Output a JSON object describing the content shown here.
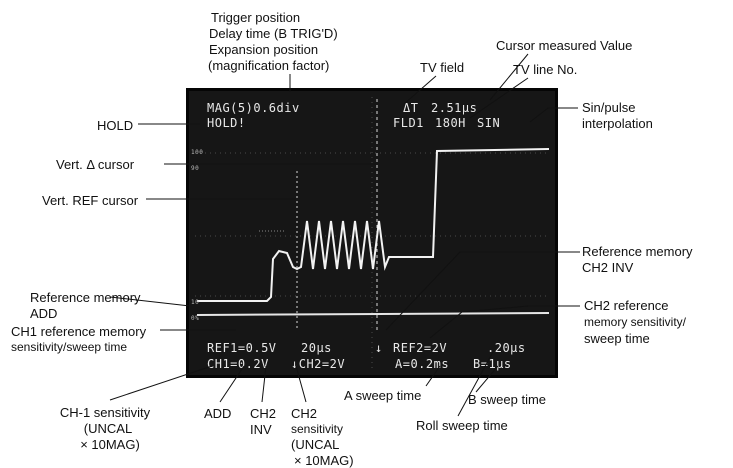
{
  "labels": {
    "trigger_block": [
      "Trigger position",
      "Delay time (B TRIG'D)",
      "Expansion position",
      "(magnification factor)"
    ],
    "cursor_measured": "Cursor measured Value",
    "tv_field": "TV field",
    "tv_line": "TV line No.",
    "hold": "HOLD",
    "sin_pulse": [
      "Sin/pulse",
      "interpolation"
    ],
    "vert_delta_cursor": "Vert. Δ cursor",
    "vert_ref_cursor": "Vert. REF cursor",
    "ref_mem_ch2_inv": [
      "Reference memory",
      "CH2 INV"
    ],
    "ref_mem_add": [
      "Reference memory",
      "ADD"
    ],
    "ch1_ref_mem": [
      "CH1 reference memory",
      "sensitivity/sweep time"
    ],
    "ch2_ref": [
      "CH2 reference",
      "memory sensitivity/",
      "sweep time"
    ],
    "ch1_sens": [
      "CH-1 sensitivity",
      "(UNCAL",
      "× 10MAG)"
    ],
    "add": "ADD",
    "ch2_inv": [
      "CH2",
      "INV"
    ],
    "ch2_sens": [
      "CH2",
      "sensitivity",
      "(UNCAL",
      "× 10MAG)"
    ],
    "a_sweep": "A sweep time",
    "b_sweep": "B sweep time",
    "roll_sweep": "Roll sweep time"
  },
  "screen": {
    "line1_left": "MAG(5)0.6div",
    "line2_left": "HOLD!",
    "delta_t": "ΔT",
    "cursor_value": "2.51µs",
    "field": "FLD1",
    "line_no": "180H",
    "interp": "SIN",
    "grat_100": "100",
    "grat_90": "90",
    "grat_10": "10",
    "grat_0": "0%",
    "ref1": "REF1=0.5V",
    "sweep1": "20µs",
    "ref2": "REF2=2V",
    "sweep2": ".20µs",
    "ch1": "CH1=0.2V",
    "ch2": "↓CH2=2V",
    "a_time": "A=0.2ms",
    "b_time": "B=1µs",
    "ref_arrow": "↓"
  }
}
